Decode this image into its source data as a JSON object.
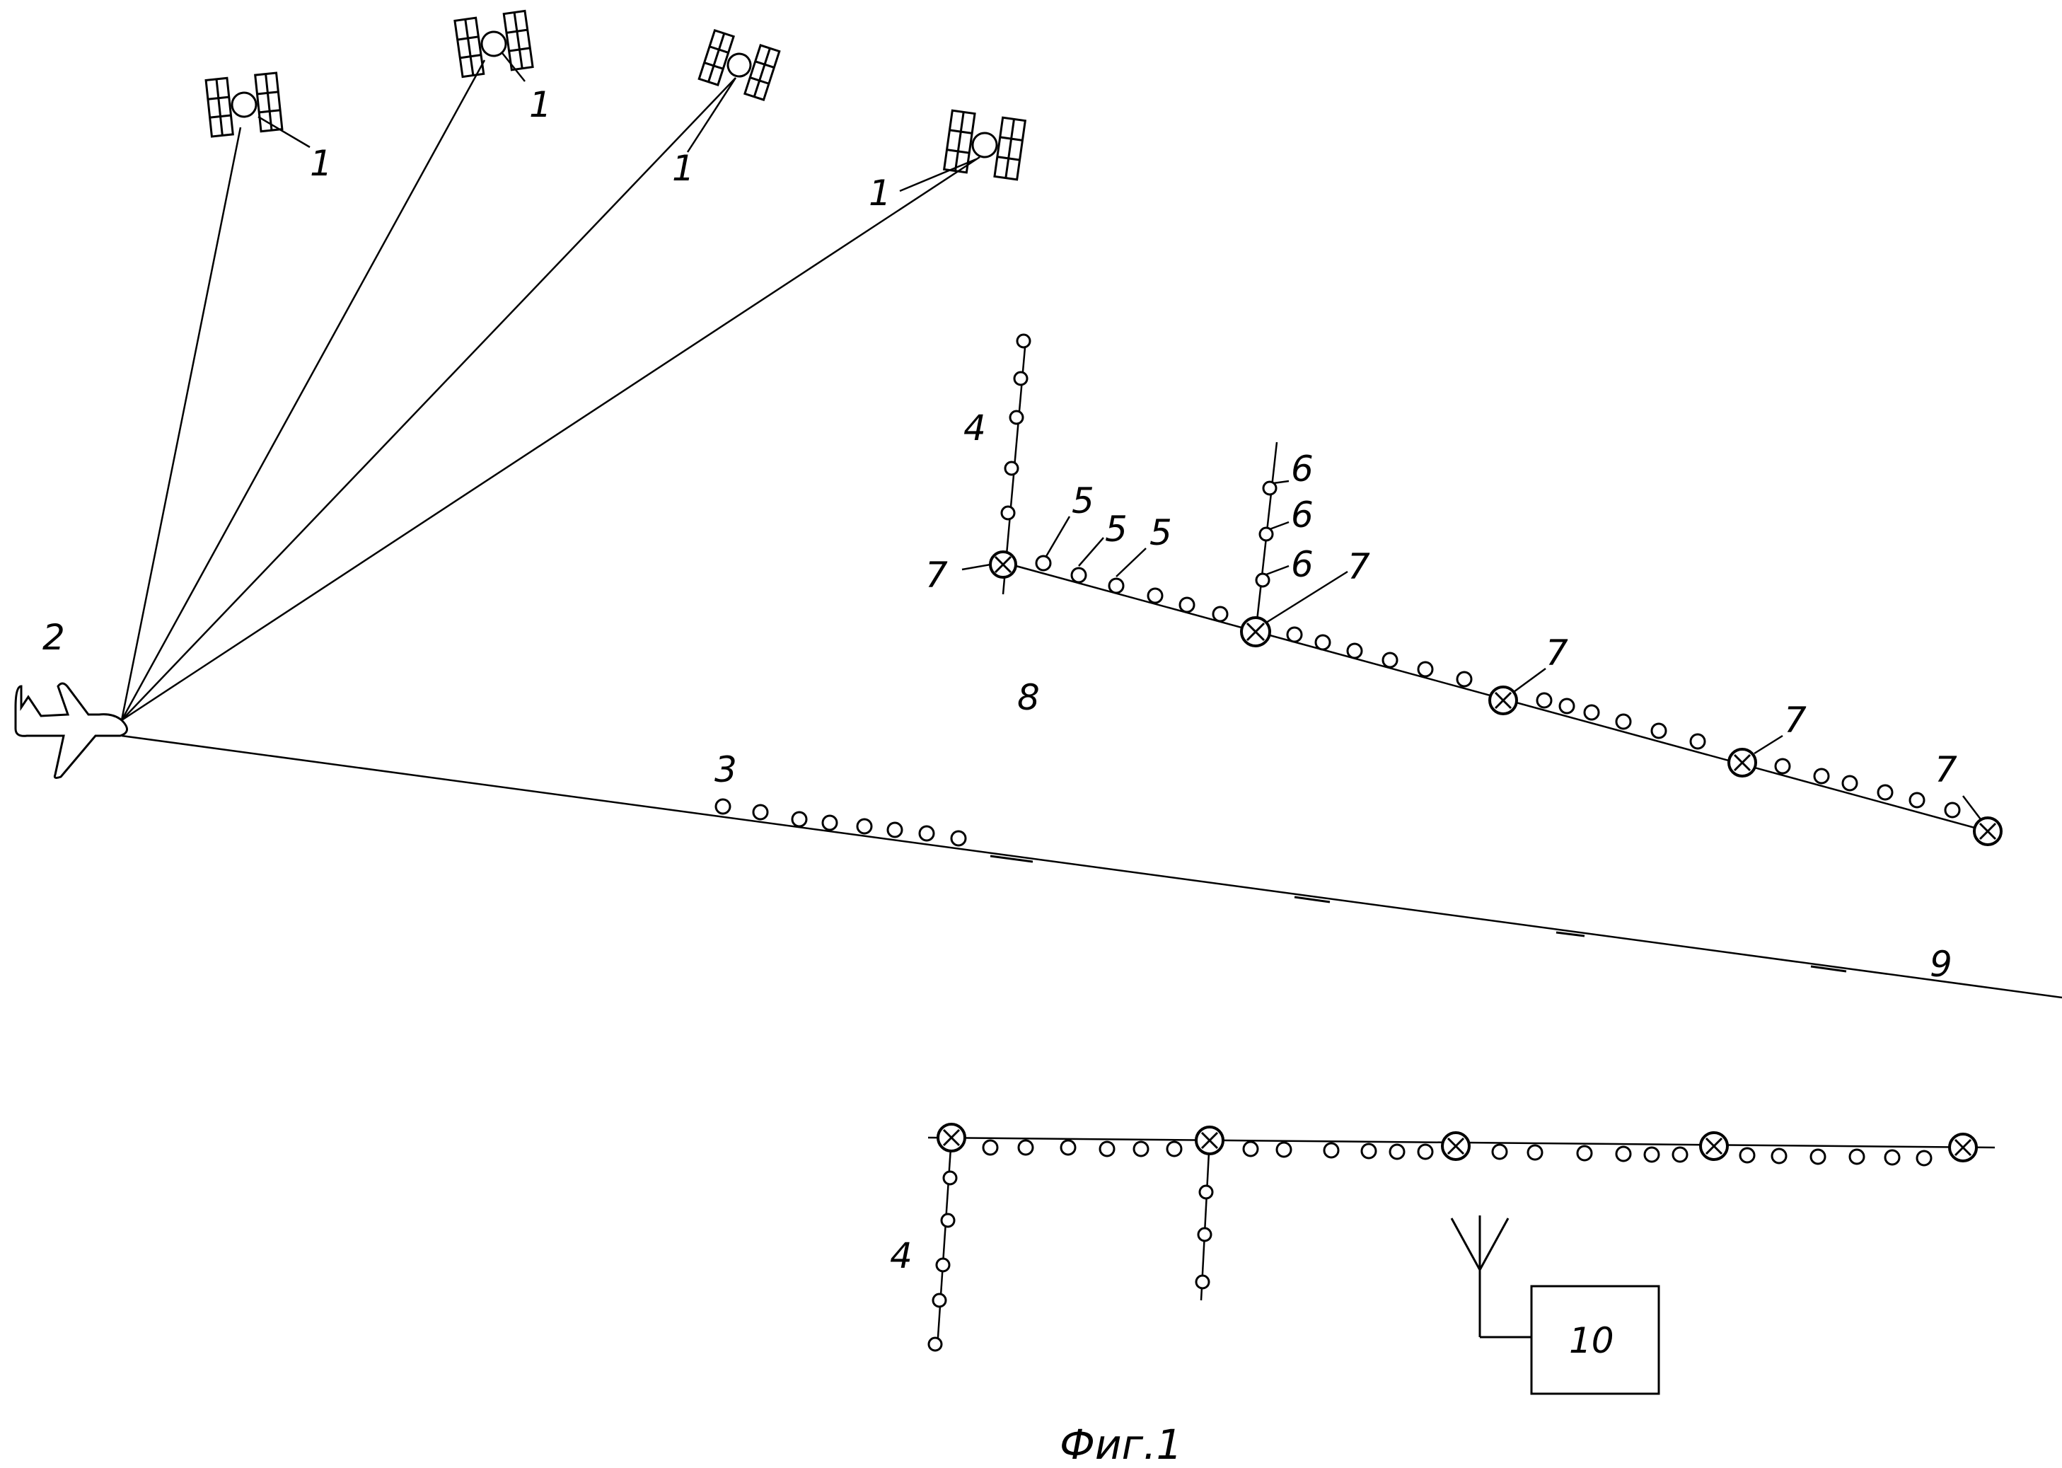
{
  "labels": {
    "satellite": "1",
    "aircraft": "2",
    "flight_trace": "3",
    "branch": "4",
    "line_point": "5",
    "branch_point": "6",
    "junction": "7",
    "area": "8",
    "path": "9",
    "station": "10"
  },
  "caption": "Фиг.1"
}
